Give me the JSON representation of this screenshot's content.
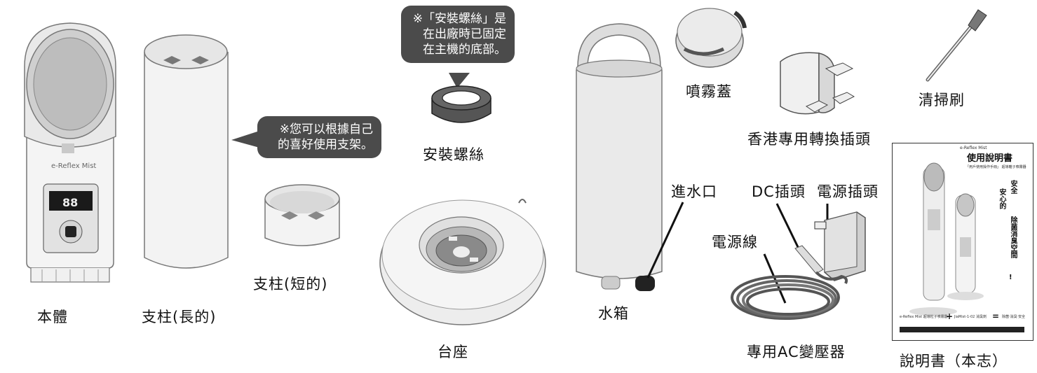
{
  "labels": {
    "main_unit": "本體",
    "pillar_long": "支柱(長的)",
    "pillar_short": "支柱(短的)",
    "install_screw": "安裝螺絲",
    "base": "台座",
    "water_tank": "水箱",
    "spray_cap": "噴霧蓋",
    "water_inlet": "進水口",
    "hk_plug_adapter": "香港專用轉換插頭",
    "cleaning_brush": "清掃刷",
    "dc_plug": "DC插頭",
    "power_plug": "電源插頭",
    "power_cord": "電源線",
    "ac_adapter": "專用AC變壓器",
    "manual": "說明書（本志）"
  },
  "bubbles": {
    "pillar_note": [
      "※您可以根據自己",
      "的喜好使用支架。"
    ],
    "screw_note": [
      "※「安裝螺絲」是",
      "在出廠時已固定",
      "在主機的底部。"
    ]
  },
  "device": {
    "brand": "e-Reflex Mist",
    "display": "88"
  },
  "manual_cover": {
    "brand": "e-Reflex Mist",
    "title": "使用說明書",
    "subtitle": "「用戶使用操作手冊」 超導離子噴霧器",
    "slogan_col1": "安全",
    "slogan_col2": "安心的",
    "slogan_col3": "除菌消臭空間",
    "slogan_end": "!",
    "formula_left": "e-Reflex Mist 超導粒子噴霧器",
    "formula_plus": "+",
    "formula_mid": "JiaMist-1-02 消臭劑",
    "formula_eq": "=",
    "formula_right": "除菌‧消臭‧安全"
  }
}
